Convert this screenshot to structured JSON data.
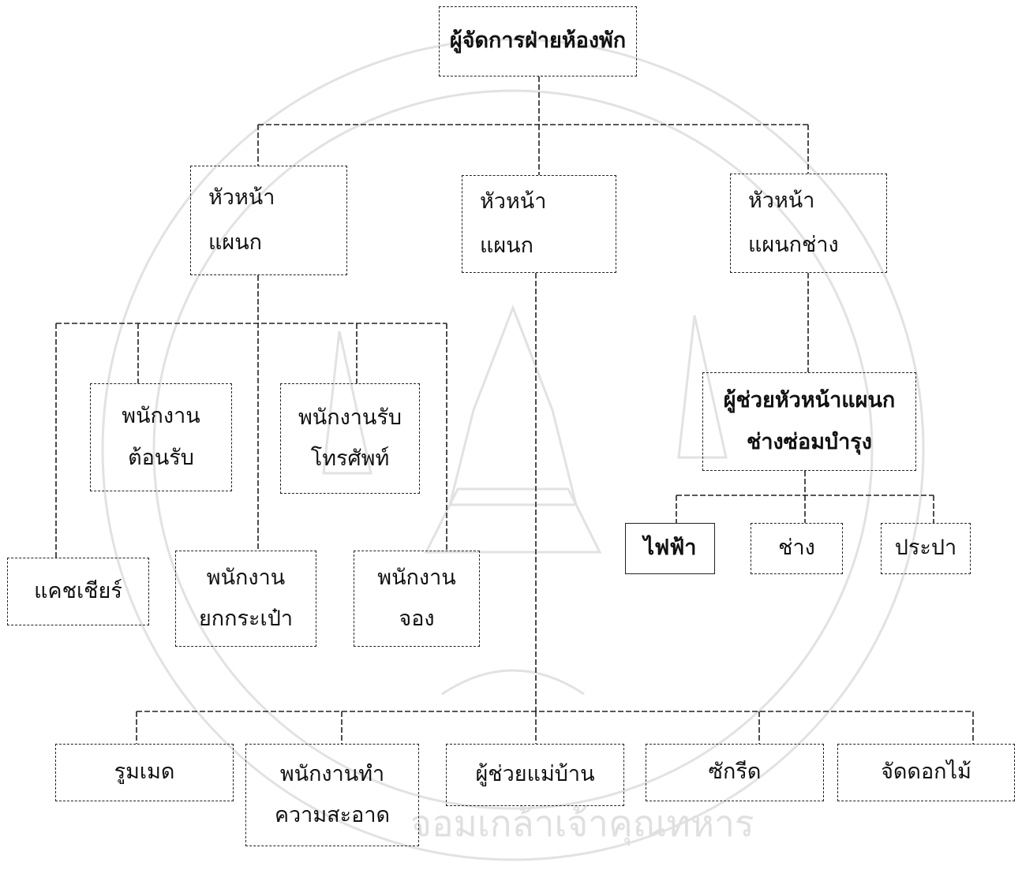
{
  "nodes": {
    "room_division_manager": {
      "lines": [
        "ผู้จัดการฝ่ายห้องพัก"
      ]
    },
    "front_office_head": {
      "lines": [
        "หัวหน้า",
        "แผนก"
      ]
    },
    "housekeeping_head": {
      "lines": [
        "หัวหน้า",
        "แผนก"
      ]
    },
    "engineering_head": {
      "lines": [
        "หัวหน้า",
        "แผนกช่าง"
      ]
    },
    "receptionist": {
      "lines": [
        "พนักงาน",
        "ต้อนรับ"
      ]
    },
    "telephone_operator": {
      "lines": [
        "พนักงานรับ",
        "โทรศัพท์"
      ]
    },
    "cashier": {
      "lines": [
        "แคชเชียร์"
      ]
    },
    "bellboy": {
      "lines": [
        "พนักงาน",
        "ยกกระเป๋า"
      ]
    },
    "reservation": {
      "lines": [
        "พนักงาน",
        "จอง"
      ]
    },
    "assistant_engineering_head": {
      "lines": [
        "ผู้ช่วยหัวหน้าแผนก",
        "ช่างซ่อมบำรุง"
      ]
    },
    "electrician": {
      "lines": [
        "ไฟฟ้า"
      ]
    },
    "technician": {
      "lines": [
        "ช่าง"
      ]
    },
    "plumber": {
      "lines": [
        "ประปา"
      ]
    },
    "room_maid": {
      "lines": [
        "รูมเมด"
      ]
    },
    "cleaner": {
      "lines": [
        "พนักงานทำ",
        "ความสะอาด"
      ]
    },
    "assistant_housekeeper": {
      "lines": [
        "ผู้ช่วยแม่บ้าน"
      ]
    },
    "laundry": {
      "lines": [
        "ซักรีด"
      ]
    },
    "florist": {
      "lines": [
        "จัดดอกไม้"
      ]
    }
  },
  "watermark": {
    "text_bottom": "จอมเกล้าเจ้าคุณทหาร"
  }
}
